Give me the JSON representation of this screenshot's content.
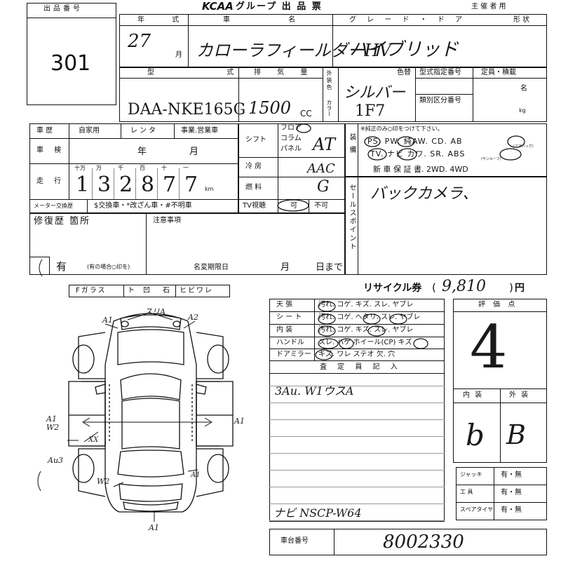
{
  "header": {
    "lot_label": "出品番号",
    "lot_number": "301",
    "brand": "KCAA",
    "title": "グループ 出 品 票",
    "organizer": "主 催 者 用"
  },
  "row1": {
    "year_label": "年 式",
    "name_label": "車 名",
    "grade_label": "グ レ ー ド ・ ド ア",
    "shape_label": "形 状",
    "year_value": "27",
    "month_unit": "月",
    "car_name": "カローラフィールダーHV",
    "grade": "ハイブリッド"
  },
  "row2": {
    "model_label": "型 式",
    "displacement_label": "排 気 量",
    "exterior_color_label": "外装色",
    "color_label_side": "カラー",
    "color_label": "色替",
    "type_designation_label": "型式指定番号",
    "category_label": "類別区分番号",
    "capacity_label": "定員・積載",
    "person_unit": "名",
    "kg_unit": "kg",
    "model_code": "DAA-NKE165G",
    "displacement": "1500",
    "cc_unit": "CC",
    "color": "シルバー",
    "color_code": "1F7"
  },
  "history": {
    "label": "車 歴",
    "options": [
      "自家用",
      "レンタ",
      "事業.営業車"
    ],
    "inspection_label": "車 検",
    "year_unit": "年",
    "month_unit": "月",
    "mileage_label": "走 行",
    "digit_labels": [
      "十万",
      "万",
      "千",
      "百",
      "十",
      "一"
    ],
    "mileage_digits": [
      "1",
      "3",
      "2",
      "8",
      "7",
      "7"
    ],
    "km_unit": "km",
    "meter_label": "メーター交換歴",
    "meter_options": "$交換車・*改ざん車・#不明車"
  },
  "mechanics": {
    "shift_label": "シフト",
    "shift_options": [
      "フロア",
      "コラム",
      "パネル"
    ],
    "shift_value": "AT",
    "ac_label": "冷 房",
    "ac_value": "AAC",
    "fuel_label": "燃 料",
    "fuel_value": "G",
    "tv_label": "TV視聴",
    "tv_yes": "可",
    "tv_no": "不可"
  },
  "equipment": {
    "label": "装備",
    "note": "※純正のみ○印をつけて下さい。",
    "line1": "PS. PW. 純AW. CD. AB",
    "ab_sub": "(エアバッグ)",
    "line2": "TV. ナビ カワ. SR. ABS",
    "sr_sub": "(サンルーフ)",
    "line3": "新 車 保 証 書. 2WD. 4WD"
  },
  "sales": {
    "label": "セールスポイント",
    "value": "バックカメラ、"
  },
  "repair": {
    "label": "修復歴 箇所",
    "value": "有",
    "note": "(有の場合○印を)",
    "remarks_label": "注意事項",
    "deadline_label": "名変期限日",
    "month_unit": "月",
    "day_unit": "日まで"
  },
  "glass": {
    "items": [
      "Fガラス",
      "ト",
      "凹",
      "石",
      "ヒビワレ"
    ]
  },
  "recycle": {
    "label": "リサイクル券",
    "value": "9,810",
    "unit": "円"
  },
  "interior_table": {
    "rows": [
      {
        "label": "天 張",
        "options": "汚れ. コゲ. キズ. スレ. ヤブレ"
      },
      {
        "label": "シ ー ト",
        "options": "汚れ. コゲ. ヘタリ. スレ. ヤブレ"
      },
      {
        "label": "内 装",
        "options": "汚れ. コゲ. キズ. スレ. ヤブレ"
      },
      {
        "label": "ハンドル",
        "options": "スレ. ハゲ  ホイール(CP)  キズ"
      },
      {
        "label": "ドアミラー",
        "options": "キズ. ワレ  ステオ  欠. 穴"
      }
    ],
    "inspector_label": "査 定 員 記 入",
    "inspector_note1": "3Au. W1ウスA",
    "inspector_note2": "ナビ NSCP-W64"
  },
  "evaluation": {
    "label": "評 価 点",
    "score": "4",
    "interior_label": "内 装",
    "exterior_label": "外 装",
    "interior_grade": "b",
    "exterior_grade": "B"
  },
  "tools": {
    "items": [
      {
        "label": "ジャッキ",
        "value": "有・無"
      },
      {
        "label": "工 具",
        "value": "有・無"
      },
      {
        "label": "スペアタイヤ",
        "value": "有・無"
      }
    ]
  },
  "chassis": {
    "label": "車台番号",
    "value": "8002330"
  },
  "diagram_marks": {
    "top": "スリA",
    "a1_left": "A1",
    "a2_right": "A2",
    "a1_w2_left": "A1 W2",
    "a1_right_mid": "A1",
    "xx": "XX",
    "au3": "Au3",
    "w2_bottom": "W2",
    "a1_right_low": "A1",
    "a1_bottom": "A1"
  }
}
